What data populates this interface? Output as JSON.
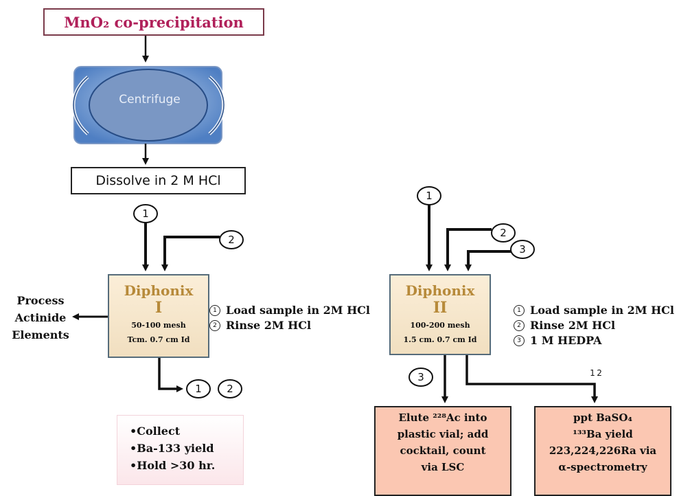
{
  "title": "MnO₂ co-precipitation",
  "centrifuge": "Centrifuge",
  "dissolve": "Dissolve in 2 M HCl",
  "column1": {
    "name": "Diphonix",
    "roman": "I",
    "mesh": "50-100 mesh",
    "dims": "Tcm. 0.7 cm Id"
  },
  "column2": {
    "name": "Diphonix",
    "roman": "II",
    "mesh": "100-200 mesh",
    "dims": "1.5 cm. 0.7 cm Id"
  },
  "numbers": {
    "n1": "1",
    "n2": "2",
    "n3": "3",
    "n12": "1 2"
  },
  "steps1": [
    {
      "num": "1",
      "text": "Load sample in 2M HCl"
    },
    {
      "num": "2",
      "text": "Rinse 2M HCl"
    }
  ],
  "steps2": [
    {
      "num": "1",
      "text": "Load sample in 2M HCl"
    },
    {
      "num": "2",
      "text": "Rinse 2M HCl"
    },
    {
      "num": "3",
      "text": "1 M HEDPA"
    }
  ],
  "process": [
    "Process",
    "Actinide",
    "Elements"
  ],
  "collect": [
    "•Collect",
    "•Ba-133 yield",
    "•Hold >30 hr."
  ],
  "elute": [
    "Elute ²²⁸Ac into",
    "plastic vial; add",
    "cocktail, count",
    "via LSC"
  ],
  "ppt": [
    "ppt BaSO₄",
    "¹³³Ba yield",
    "223,224,226Ra via",
    "α-spectrometry"
  ],
  "colors": {
    "title_text": "#b0205a",
    "column_text": "#b78a3a",
    "result_fill": "#fbc7b2"
  }
}
